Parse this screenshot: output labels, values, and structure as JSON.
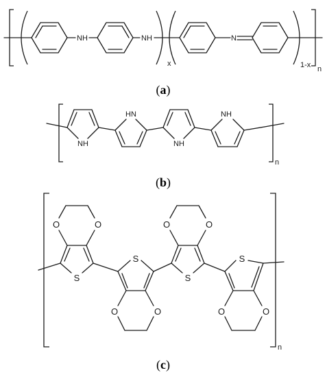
{
  "panel_a": {
    "caption_open": "(",
    "caption_letter": "a",
    "caption_close": ")",
    "atom_nh": "NH",
    "atom_n": "N",
    "sub_x": "x",
    "sub_1mx": "1-x",
    "sub_n": "n"
  },
  "panel_b": {
    "caption_open": "(",
    "caption_letter": "b",
    "caption_close": ")",
    "atom_nh_top": "NH",
    "atom_nh_bottom": "NH",
    "atom_hn": "HN",
    "sub_n": "n"
  },
  "panel_c": {
    "caption_open": "(",
    "caption_letter": "c",
    "caption_close": ")",
    "atom_s": "S",
    "atom_o": "O",
    "sub_n": "n"
  },
  "colors": {
    "ink": "#1a1a1a",
    "background": "#ffffff"
  }
}
